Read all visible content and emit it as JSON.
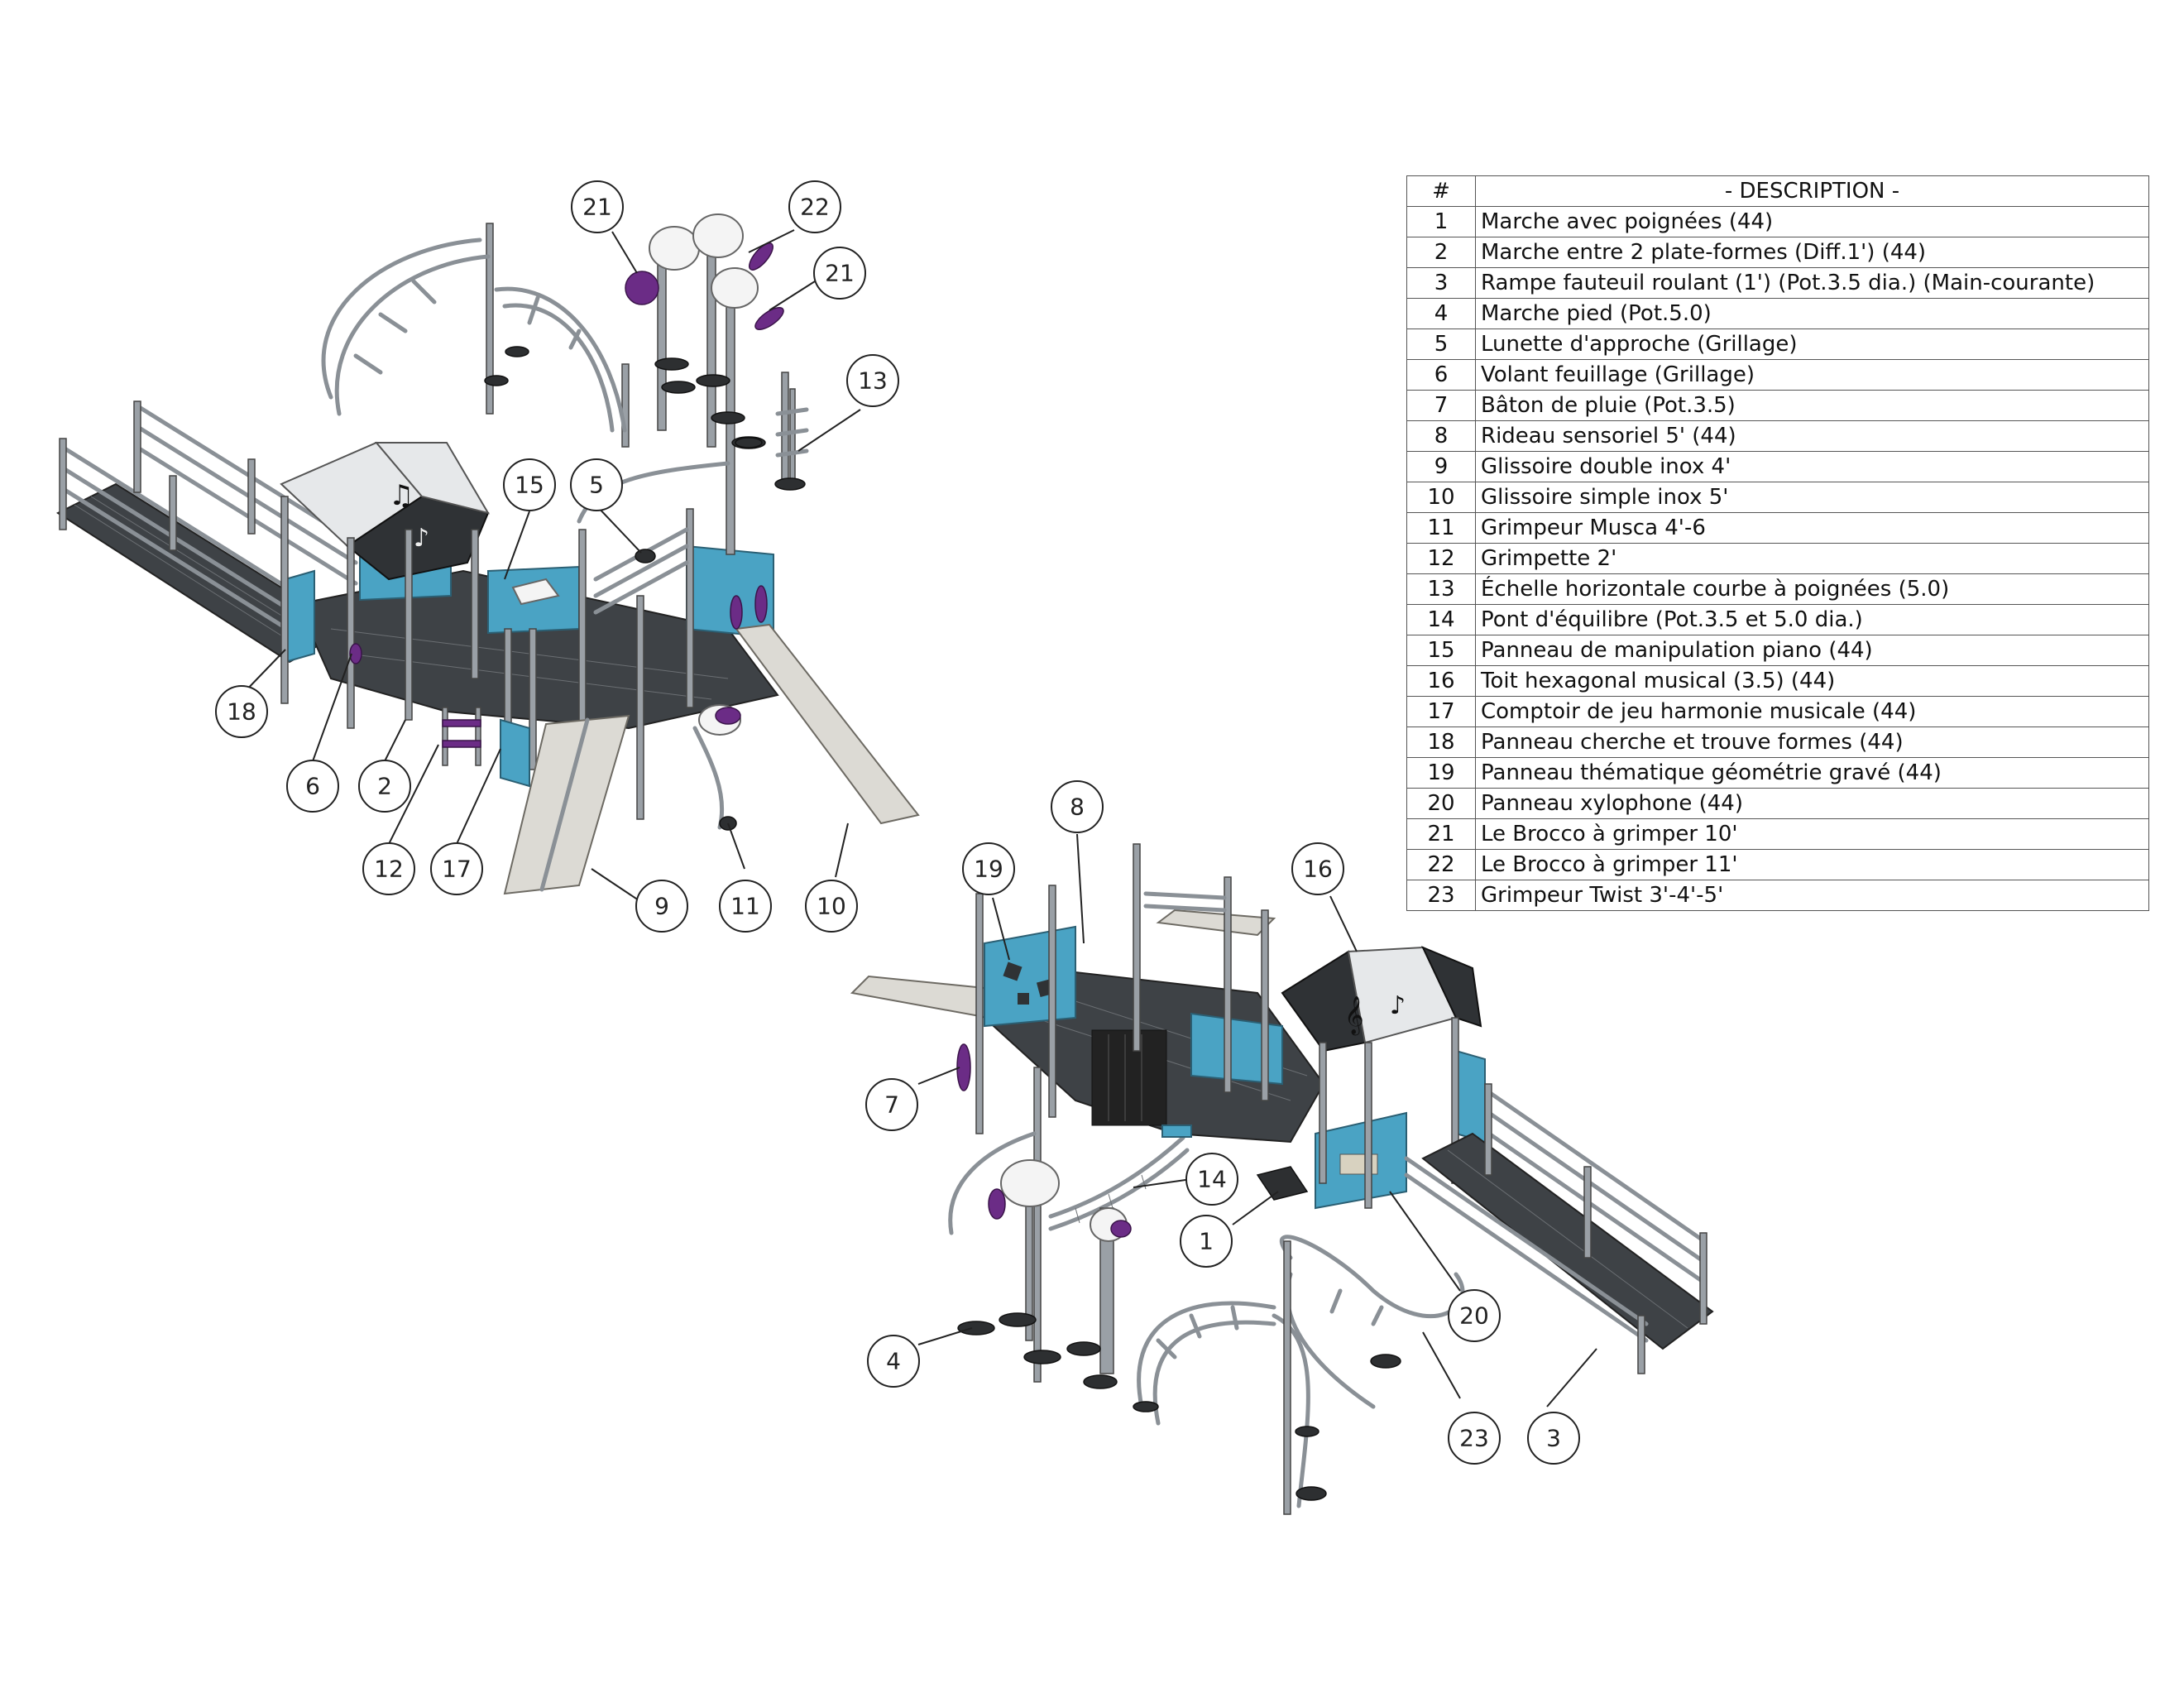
{
  "table": {
    "header_num": "#",
    "header_desc": "- DESCRIPTION -",
    "rows": [
      {
        "num": "1",
        "desc": "Marche avec poignées (44)"
      },
      {
        "num": "2",
        "desc": "Marche entre 2 plate-formes (Diff.1') (44)"
      },
      {
        "num": "3",
        "desc": "Rampe fauteuil roulant (1') (Pot.3.5 dia.) (Main-courante)"
      },
      {
        "num": "4",
        "desc": "Marche pied (Pot.5.0)"
      },
      {
        "num": "5",
        "desc": "Lunette d'approche (Grillage)"
      },
      {
        "num": "6",
        "desc": "Volant feuillage (Grillage)"
      },
      {
        "num": "7",
        "desc": "Bâton de pluie (Pot.3.5)"
      },
      {
        "num": "8",
        "desc": "Rideau sensoriel 5' (44)"
      },
      {
        "num": "9",
        "desc": "Glissoire double inox 4'"
      },
      {
        "num": "10",
        "desc": "Glissoire simple inox 5'"
      },
      {
        "num": "11",
        "desc": "Grimpeur Musca 4'-6"
      },
      {
        "num": "12",
        "desc": "Grimpette 2'"
      },
      {
        "num": "13",
        "desc": "Échelle horizontale courbe à poignées (5.0)"
      },
      {
        "num": "14",
        "desc": "Pont d'équilibre (Pot.3.5 et 5.0 dia.)"
      },
      {
        "num": "15",
        "desc": "Panneau de manipulation piano (44)"
      },
      {
        "num": "16",
        "desc": "Toit hexagonal musical (3.5) (44)"
      },
      {
        "num": "17",
        "desc": "Comptoir de jeu harmonie musicale (44)"
      },
      {
        "num": "18",
        "desc": "Panneau cherche et trouve formes (44)"
      },
      {
        "num": "19",
        "desc": "Panneau thématique géométrie gravé (44)"
      },
      {
        "num": "20",
        "desc": "Panneau xylophone (44)"
      },
      {
        "num": "21",
        "desc": "Le Brocco à grimper 10'"
      },
      {
        "num": "22",
        "desc": "Le Brocco à grimper 11'"
      },
      {
        "num": "23",
        "desc": "Grimpeur Twist 3'-4'-5'"
      }
    ]
  },
  "callouts": [
    {
      "label": "21"
    },
    {
      "label": "22"
    },
    {
      "label": "21"
    },
    {
      "label": "13"
    },
    {
      "label": "15"
    },
    {
      "label": "5"
    },
    {
      "label": "18"
    },
    {
      "label": "6"
    },
    {
      "label": "2"
    },
    {
      "label": "12"
    },
    {
      "label": "17"
    },
    {
      "label": "9"
    },
    {
      "label": "11"
    },
    {
      "label": "10"
    },
    {
      "label": "8"
    },
    {
      "label": "19"
    },
    {
      "label": "16"
    },
    {
      "label": "7"
    },
    {
      "label": "14"
    },
    {
      "label": "1"
    },
    {
      "label": "20"
    },
    {
      "label": "4"
    },
    {
      "label": "23"
    },
    {
      "label": "3"
    }
  ],
  "colors": {
    "panel": "#4aa3c4",
    "accent_purple": "#6b2c86",
    "deck": "#3e4246",
    "post": "#9aa0a6",
    "slide": "#dcdad4"
  }
}
